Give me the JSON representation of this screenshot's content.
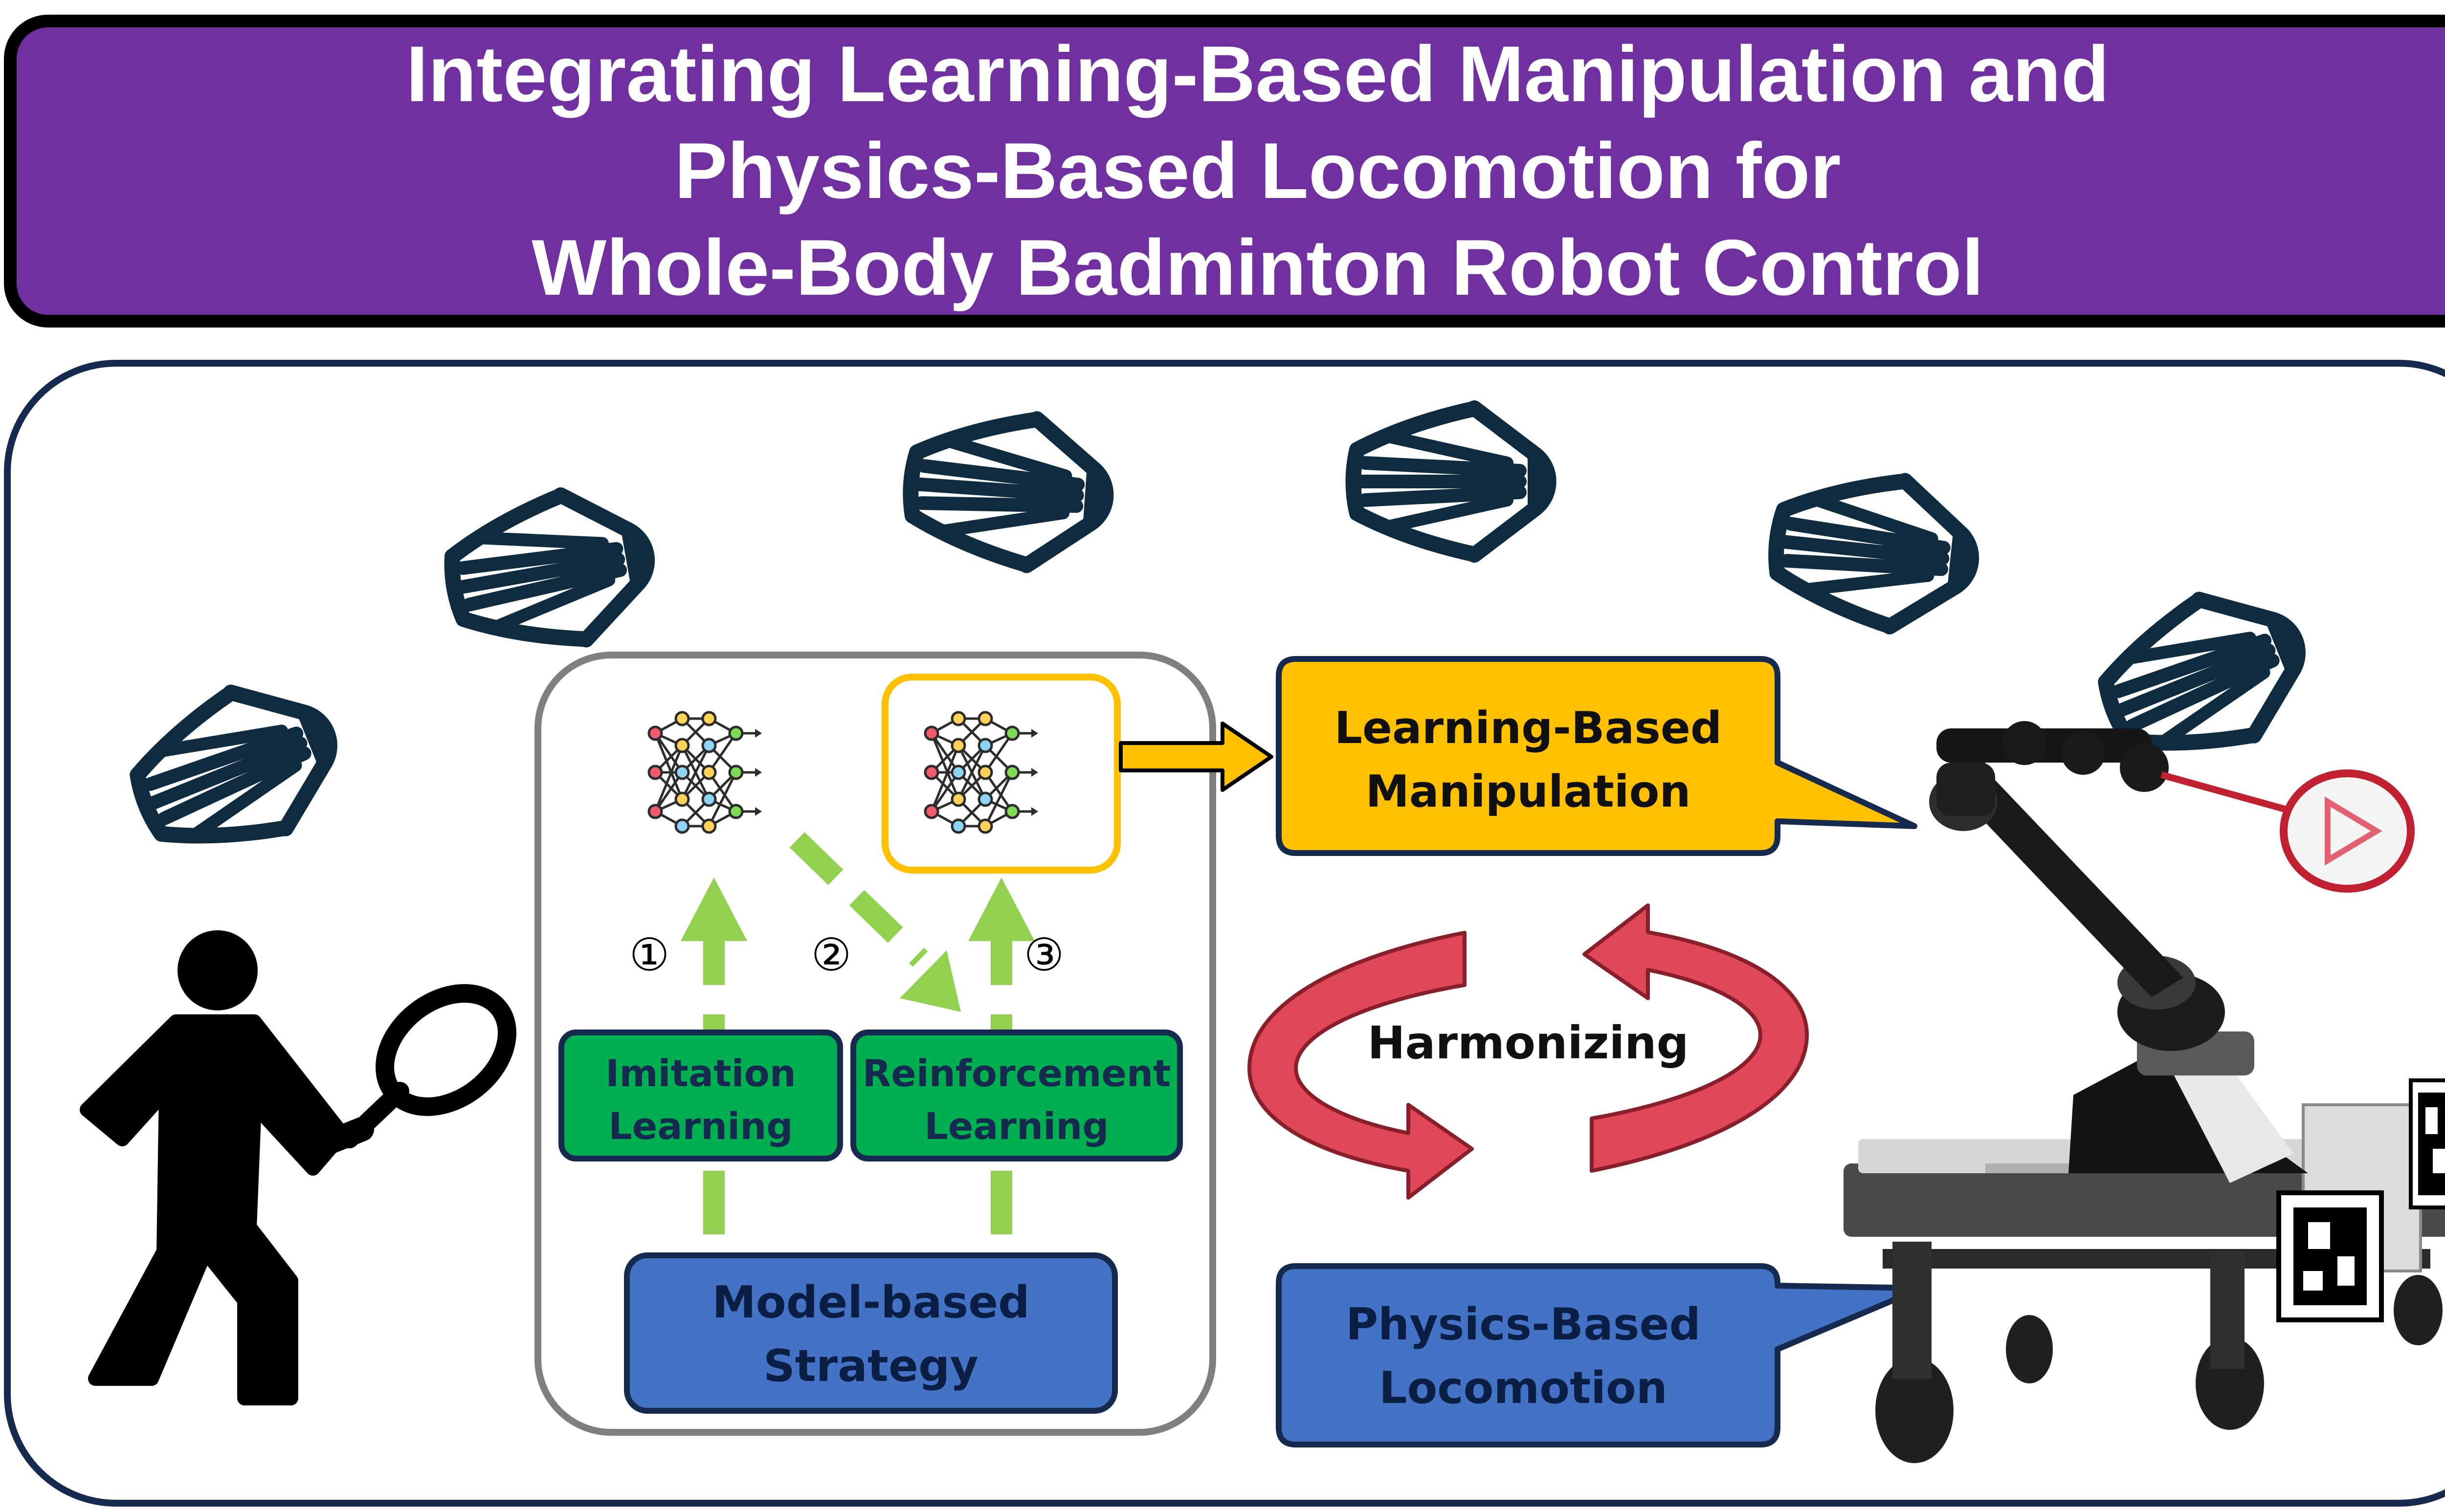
{
  "title": {
    "lines": [
      "Integrating Learning-Based Manipulation and",
      "Physics-Based Locomotion for",
      "Whole-Body Badminton Robot Control"
    ]
  },
  "strategy": {
    "imitation": [
      "Imitation",
      "Learning"
    ],
    "reinforcement": [
      "Reinforcement",
      "Learning"
    ],
    "model_based": [
      "Model-based",
      "Strategy"
    ],
    "steps": [
      "①",
      "②",
      "③"
    ]
  },
  "callouts": {
    "manipulation": [
      "Learning-Based",
      "Manipulation"
    ],
    "locomotion": [
      "Physics-Based",
      "Locomotion"
    ]
  },
  "harmonizing": "Harmonizing",
  "icons": [
    "shuttlecock-icon",
    "badminton-player-icon",
    "neural-network-icon",
    "cycle-arrows-icon",
    "badminton-robot"
  ],
  "colors": {
    "title_bg": "#7030a0",
    "panel_border": "#16294f",
    "shuttle": "#0e2b40",
    "imitation_bg": "#00b050",
    "model_bg": "#4472c4",
    "manipulation_bg": "#ffc000",
    "arrow_green": "#92d050",
    "cycle_red": "#e0485a"
  }
}
